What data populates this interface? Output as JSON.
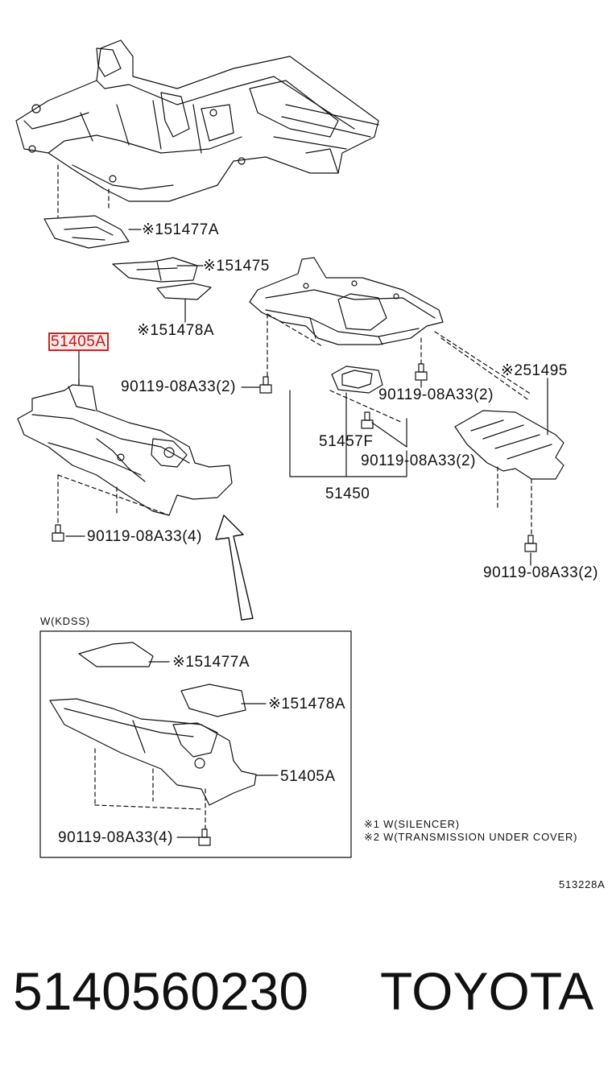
{
  "callouts": {
    "c51477A": "※151477A",
    "c51475": "※151475",
    "c51478A": "※151478A",
    "c51405A": "51405A",
    "bolt_a": "90119-08A33(2)",
    "bolt_b": "90119-08A33(2)",
    "c51495": "※251495",
    "c51457F": "51457F",
    "bolt_c": "90119-08A33(2)",
    "c51450": "51450",
    "bolt_d": "90119-08A33(4)",
    "bolt_e": "90119-08A33(2)"
  },
  "inset": {
    "title": "W(KDSS)",
    "c51477A": "※151477A",
    "c51478A": "※151478A",
    "c51405A": "51405A",
    "bolt": "90119-08A33(4)"
  },
  "notes": {
    "note1": "※1 W(SILENCER)",
    "note2": "※2 W(TRANSMISSION UNDER COVER)"
  },
  "figure_id": "513228A",
  "part_number": "5140560230",
  "brand": "TOYOTA",
  "colors": {
    "highlight_border": "#c62828",
    "highlight_fill": "#fde8e8",
    "ink": "#111111"
  }
}
